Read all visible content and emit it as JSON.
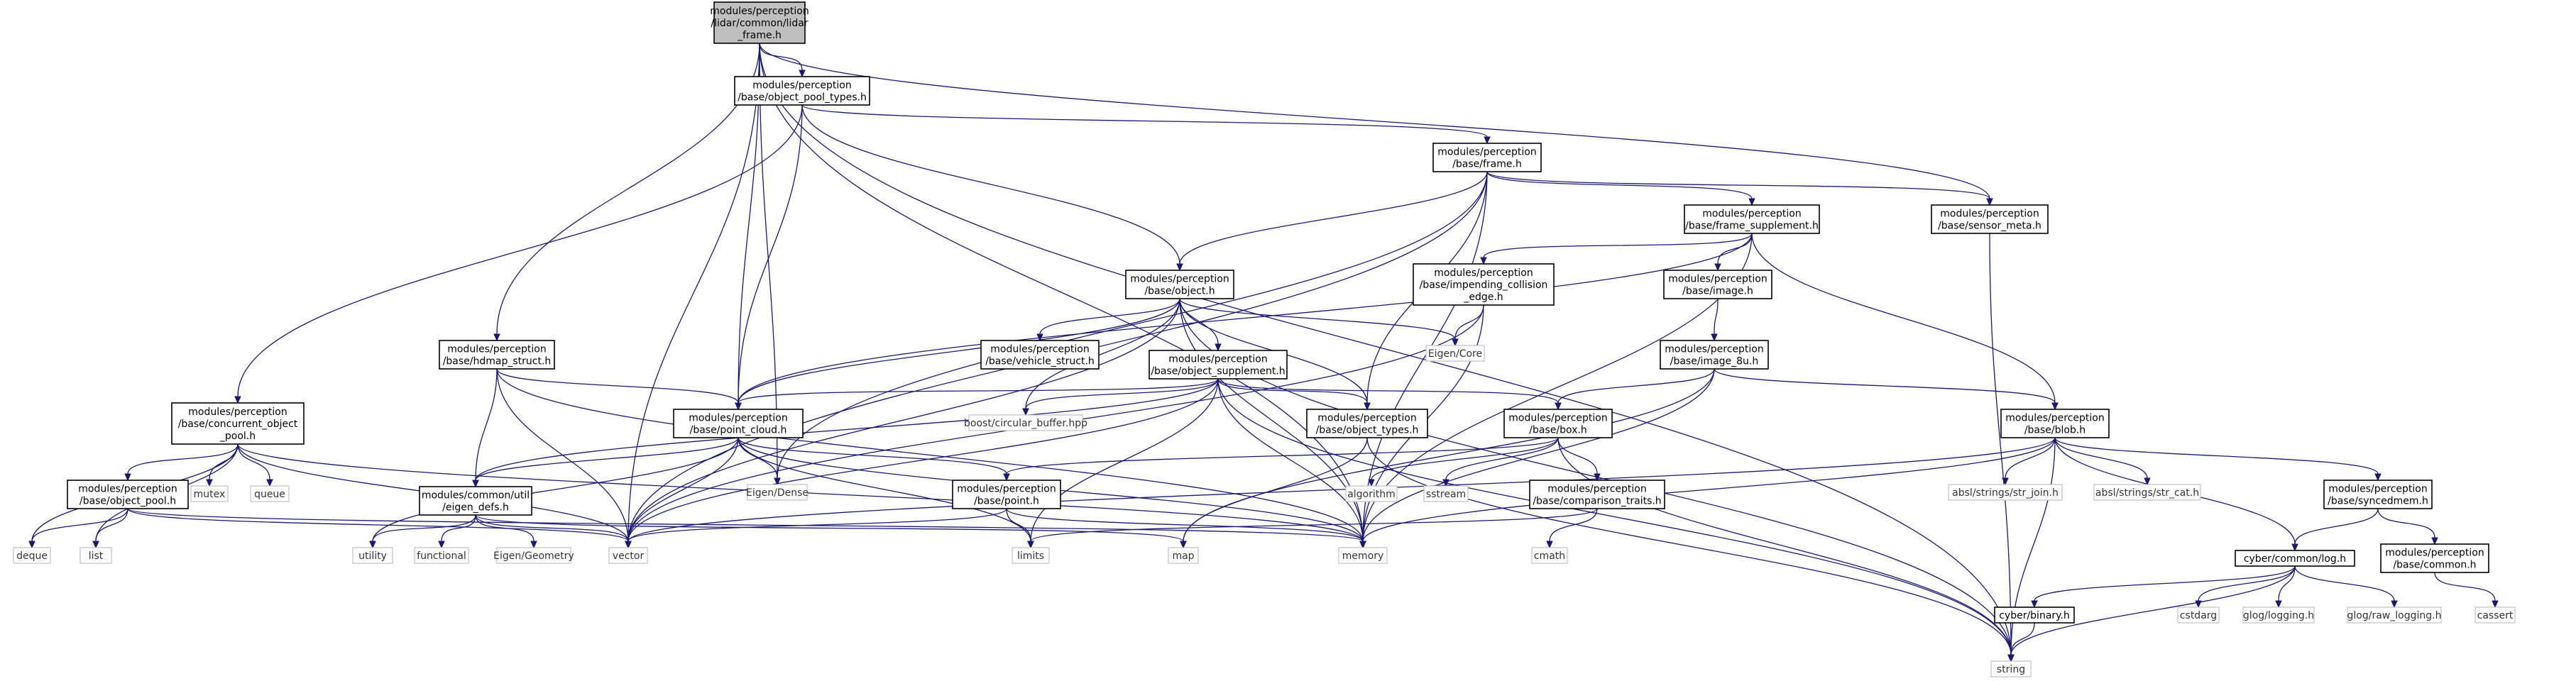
{
  "nodes": [
    {
      "id": "root",
      "lines": [
        "modules/perception",
        "/lidar/common/lidar",
        "_frame.h"
      ],
      "kind": "root"
    },
    {
      "id": "object_pool_types",
      "lines": [
        "modules/perception",
        "/base/object_pool_types.h"
      ],
      "kind": "box"
    },
    {
      "id": "frame",
      "lines": [
        "modules/perception",
        "/base/frame.h"
      ],
      "kind": "box"
    },
    {
      "id": "sensor_meta",
      "lines": [
        "modules/perception",
        "/base/sensor_meta.h"
      ],
      "kind": "box"
    },
    {
      "id": "frame_supplement",
      "lines": [
        "modules/perception",
        "/base/frame_supplement.h"
      ],
      "kind": "box"
    },
    {
      "id": "object",
      "lines": [
        "modules/perception",
        "/base/object.h"
      ],
      "kind": "box"
    },
    {
      "id": "impending_collision_edge",
      "lines": [
        "modules/perception",
        "/base/impending_collision",
        "_edge.h"
      ],
      "kind": "box"
    },
    {
      "id": "image",
      "lines": [
        "modules/perception",
        "/base/image.h"
      ],
      "kind": "box"
    },
    {
      "id": "hdmap_struct",
      "lines": [
        "modules/perception",
        "/base/hdmap_struct.h"
      ],
      "kind": "box"
    },
    {
      "id": "vehicle_struct",
      "lines": [
        "modules/perception",
        "/base/vehicle_struct.h"
      ],
      "kind": "box"
    },
    {
      "id": "object_supplement",
      "lines": [
        "modules/perception",
        "/base/object_supplement.h"
      ],
      "kind": "box"
    },
    {
      "id": "eigen_core",
      "lines": [
        "Eigen/Core"
      ],
      "kind": "ext"
    },
    {
      "id": "image_8u",
      "lines": [
        "modules/perception",
        "/base/image_8u.h"
      ],
      "kind": "box"
    },
    {
      "id": "concurrent_object_pool",
      "lines": [
        "modules/perception",
        "/base/concurrent_object",
        "_pool.h"
      ],
      "kind": "box"
    },
    {
      "id": "point_cloud",
      "lines": [
        "modules/perception",
        "/base/point_cloud.h"
      ],
      "kind": "box"
    },
    {
      "id": "boost_circular_buffer",
      "lines": [
        "boost/circular_buffer.hpp"
      ],
      "kind": "ext"
    },
    {
      "id": "object_types",
      "lines": [
        "modules/perception",
        "/base/object_types.h"
      ],
      "kind": "box"
    },
    {
      "id": "box",
      "lines": [
        "modules/perception",
        "/base/box.h"
      ],
      "kind": "box"
    },
    {
      "id": "blob",
      "lines": [
        "modules/perception",
        "/base/blob.h"
      ],
      "kind": "box"
    },
    {
      "id": "object_pool",
      "lines": [
        "modules/perception",
        "/base/object_pool.h"
      ],
      "kind": "box"
    },
    {
      "id": "mutex",
      "lines": [
        "mutex"
      ],
      "kind": "ext"
    },
    {
      "id": "queue",
      "lines": [
        "queue"
      ],
      "kind": "ext"
    },
    {
      "id": "eigen_defs",
      "lines": [
        "modules/common/util",
        "/eigen_defs.h"
      ],
      "kind": "box"
    },
    {
      "id": "eigen_dense",
      "lines": [
        "Eigen/Dense"
      ],
      "kind": "ext"
    },
    {
      "id": "point",
      "lines": [
        "modules/perception",
        "/base/point.h"
      ],
      "kind": "box"
    },
    {
      "id": "algorithm",
      "lines": [
        "algorithm"
      ],
      "kind": "ext"
    },
    {
      "id": "sstream",
      "lines": [
        "sstream"
      ],
      "kind": "ext"
    },
    {
      "id": "comparison_traits",
      "lines": [
        "modules/perception",
        "/base/comparison_traits.h"
      ],
      "kind": "box"
    },
    {
      "id": "str_join",
      "lines": [
        "absl/strings/str_join.h"
      ],
      "kind": "ext"
    },
    {
      "id": "str_cat",
      "lines": [
        "absl/strings/str_cat.h"
      ],
      "kind": "ext"
    },
    {
      "id": "syncedmem",
      "lines": [
        "modules/perception",
        "/base/syncedmem.h"
      ],
      "kind": "box"
    },
    {
      "id": "deque",
      "lines": [
        "deque"
      ],
      "kind": "ext"
    },
    {
      "id": "list",
      "lines": [
        "list"
      ],
      "kind": "ext"
    },
    {
      "id": "utility",
      "lines": [
        "utility"
      ],
      "kind": "ext"
    },
    {
      "id": "functional",
      "lines": [
        "functional"
      ],
      "kind": "ext"
    },
    {
      "id": "eigen_geometry",
      "lines": [
        "Eigen/Geometry"
      ],
      "kind": "ext"
    },
    {
      "id": "vector",
      "lines": [
        "vector"
      ],
      "kind": "ext"
    },
    {
      "id": "limits",
      "lines": [
        "limits"
      ],
      "kind": "ext"
    },
    {
      "id": "map",
      "lines": [
        "map"
      ],
      "kind": "ext"
    },
    {
      "id": "memory",
      "lines": [
        "memory"
      ],
      "kind": "ext"
    },
    {
      "id": "cmath",
      "lines": [
        "cmath"
      ],
      "kind": "ext"
    },
    {
      "id": "cyber_log",
      "lines": [
        "cyber/common/log.h"
      ],
      "kind": "box"
    },
    {
      "id": "base_common",
      "lines": [
        "modules/perception",
        "/base/common.h"
      ],
      "kind": "box"
    },
    {
      "id": "cyber_binary",
      "lines": [
        "cyber/binary.h"
      ],
      "kind": "box"
    },
    {
      "id": "cstdarg",
      "lines": [
        "cstdarg"
      ],
      "kind": "ext"
    },
    {
      "id": "glog_logging",
      "lines": [
        "glog/logging.h"
      ],
      "kind": "ext"
    },
    {
      "id": "glog_raw_logging",
      "lines": [
        "glog/raw_logging.h"
      ],
      "kind": "ext"
    },
    {
      "id": "cassert",
      "lines": [
        "cassert"
      ],
      "kind": "ext"
    },
    {
      "id": "string",
      "lines": [
        "string"
      ],
      "kind": "ext"
    }
  ],
  "edges": [
    [
      "root",
      "object_pool_types"
    ],
    [
      "root",
      "hdmap_struct"
    ],
    [
      "root",
      "point_cloud"
    ],
    [
      "root",
      "eigen_dense"
    ],
    [
      "root",
      "vector"
    ],
    [
      "root",
      "memory"
    ],
    [
      "root",
      "sensor_meta"
    ],
    [
      "root",
      "string"
    ],
    [
      "object_pool_types",
      "concurrent_object_pool"
    ],
    [
      "object_pool_types",
      "point_cloud"
    ],
    [
      "object_pool_types",
      "object"
    ],
    [
      "object_pool_types",
      "frame"
    ],
    [
      "frame",
      "object"
    ],
    [
      "frame",
      "frame_supplement"
    ],
    [
      "frame",
      "sensor_meta"
    ],
    [
      "frame",
      "object_types"
    ],
    [
      "frame",
      "eigen_dense"
    ],
    [
      "frame",
      "vector"
    ],
    [
      "frame",
      "memory"
    ],
    [
      "sensor_meta",
      "string"
    ],
    [
      "frame_supplement",
      "impending_collision_edge"
    ],
    [
      "frame_supplement",
      "image"
    ],
    [
      "frame_supplement",
      "blob"
    ],
    [
      "frame_supplement",
      "point_cloud"
    ],
    [
      "frame_supplement",
      "memory"
    ],
    [
      "impending_collision_edge",
      "eigen_core"
    ],
    [
      "impending_collision_edge",
      "vector"
    ],
    [
      "impending_collision_edge",
      "memory"
    ],
    [
      "image",
      "image_8u"
    ],
    [
      "image_8u",
      "box"
    ],
    [
      "image_8u",
      "blob"
    ],
    [
      "image_8u",
      "map"
    ],
    [
      "image_8u",
      "memory"
    ],
    [
      "object",
      "object_supplement"
    ],
    [
      "object",
      "vehicle_struct"
    ],
    [
      "object",
      "point_cloud"
    ],
    [
      "object",
      "boost_circular_buffer"
    ],
    [
      "object",
      "object_types"
    ],
    [
      "object",
      "eigen_core"
    ],
    [
      "object",
      "vector"
    ],
    [
      "object",
      "memory"
    ],
    [
      "object",
      "string"
    ],
    [
      "object_supplement",
      "point_cloud"
    ],
    [
      "object_supplement",
      "object_types"
    ],
    [
      "object_supplement",
      "box"
    ],
    [
      "object_supplement",
      "boost_circular_buffer"
    ],
    [
      "object_supplement",
      "eigen_defs"
    ],
    [
      "object_supplement",
      "vector"
    ],
    [
      "object_supplement",
      "limits"
    ],
    [
      "object_supplement",
      "memory"
    ],
    [
      "object_supplement",
      "string"
    ],
    [
      "hdmap_struct",
      "point_cloud"
    ],
    [
      "hdmap_struct",
      "eigen_defs"
    ],
    [
      "hdmap_struct",
      "vector"
    ],
    [
      "hdmap_struct",
      "memory"
    ],
    [
      "concurrent_object_pool",
      "object_pool"
    ],
    [
      "concurrent_object_pool",
      "mutex"
    ],
    [
      "concurrent_object_pool",
      "queue"
    ],
    [
      "concurrent_object_pool",
      "deque"
    ],
    [
      "concurrent_object_pool",
      "list"
    ],
    [
      "concurrent_object_pool",
      "vector"
    ],
    [
      "concurrent_object_pool",
      "memory"
    ],
    [
      "object_pool",
      "deque"
    ],
    [
      "object_pool",
      "list"
    ],
    [
      "object_pool",
      "vector"
    ],
    [
      "object_pool",
      "memory"
    ],
    [
      "point_cloud",
      "point"
    ],
    [
      "point_cloud",
      "eigen_defs"
    ],
    [
      "point_cloud",
      "eigen_dense"
    ],
    [
      "point_cloud",
      "utility"
    ],
    [
      "point_cloud",
      "vector"
    ],
    [
      "point_cloud",
      "limits"
    ],
    [
      "point_cloud",
      "memory"
    ],
    [
      "object_types",
      "map"
    ],
    [
      "object_types",
      "string"
    ],
    [
      "box",
      "comparison_traits"
    ],
    [
      "box",
      "algorithm"
    ],
    [
      "box",
      "sstream"
    ],
    [
      "box",
      "point"
    ],
    [
      "box",
      "string"
    ],
    [
      "comparison_traits",
      "cmath"
    ],
    [
      "comparison_traits",
      "limits"
    ],
    [
      "point",
      "vector"
    ],
    [
      "point",
      "limits"
    ],
    [
      "point",
      "memory"
    ],
    [
      "eigen_defs",
      "utility"
    ],
    [
      "eigen_defs",
      "functional"
    ],
    [
      "eigen_defs",
      "eigen_geometry"
    ],
    [
      "eigen_defs",
      "vector"
    ],
    [
      "eigen_defs",
      "map"
    ],
    [
      "blob",
      "syncedmem"
    ],
    [
      "blob",
      "str_join"
    ],
    [
      "blob",
      "str_cat"
    ],
    [
      "blob",
      "cyber_log"
    ],
    [
      "blob",
      "vector"
    ],
    [
      "blob",
      "memory"
    ],
    [
      "blob",
      "string"
    ],
    [
      "syncedmem",
      "base_common"
    ],
    [
      "syncedmem",
      "cyber_log"
    ],
    [
      "base_common",
      "cassert"
    ],
    [
      "cyber_log",
      "cyber_binary"
    ],
    [
      "cyber_log",
      "cstdarg"
    ],
    [
      "cyber_log",
      "glog_logging"
    ],
    [
      "cyber_log",
      "glog_raw_logging"
    ],
    [
      "cyber_log",
      "string"
    ],
    [
      "cyber_binary",
      "string"
    ]
  ]
}
